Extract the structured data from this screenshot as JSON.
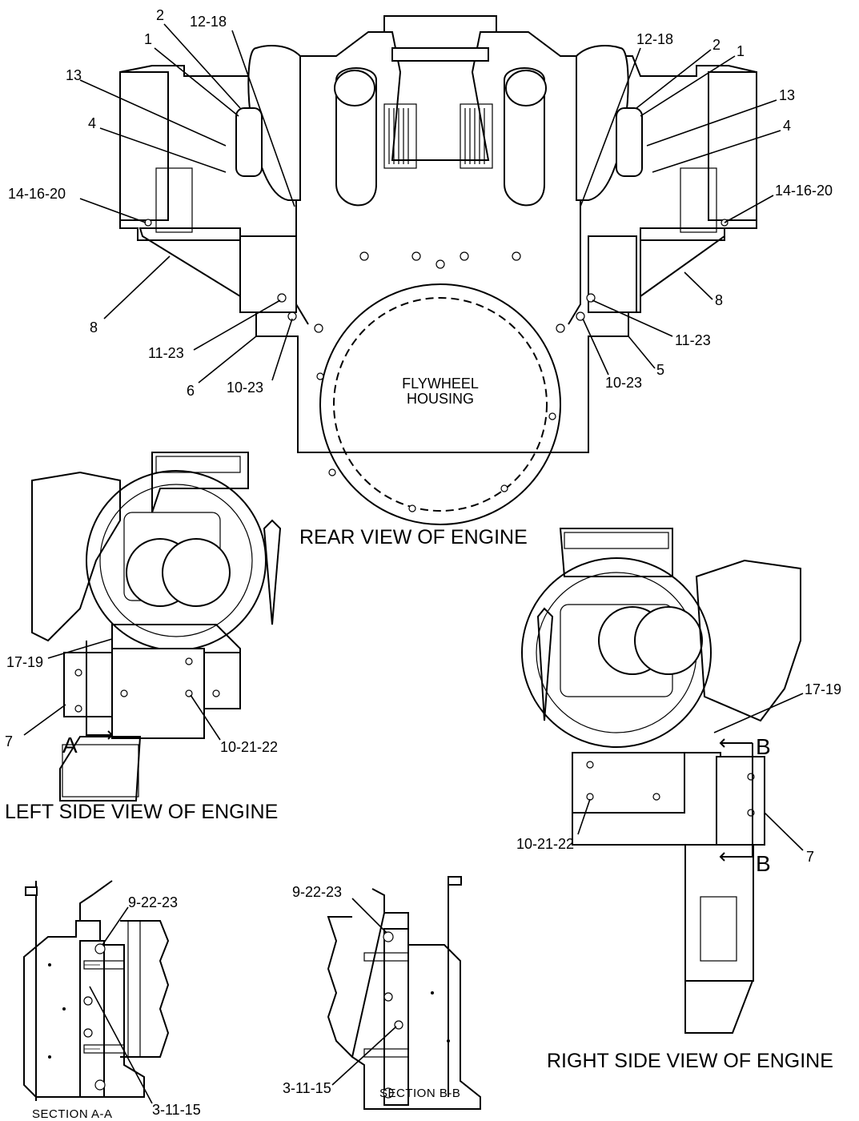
{
  "views": {
    "rear": {
      "title": "REAR VIEW OF ENGINE",
      "housing_line1": "FLYWHEEL",
      "housing_line2": "HOUSING"
    },
    "left": {
      "title": "LEFT SIDE VIEW OF ENGINE"
    },
    "right": {
      "title": "RIGHT SIDE VIEW OF ENGINE"
    },
    "section_a": {
      "title": "SECTION  A-A"
    },
    "section_b": {
      "title": "SECTION B-B"
    }
  },
  "section_markers": {
    "a": "A",
    "b_top": "B",
    "b_bottom": "B"
  },
  "callouts": {
    "rear_l_2": "2",
    "rear_l_1": "1",
    "rear_l_12_18": "12-18",
    "rear_l_13": "13",
    "rear_l_4": "4",
    "rear_l_14_16_20": "14-16-20",
    "rear_l_8": "8",
    "rear_l_11_23": "11-23",
    "rear_l_6": "6",
    "rear_l_10_23": "10-23",
    "rear_r_12_18": "12-18",
    "rear_r_2": "2",
    "rear_r_1": "1",
    "rear_r_13": "13",
    "rear_r_4": "4",
    "rear_r_14_16_20": "14-16-20",
    "rear_r_8": "8",
    "rear_r_11_23": "11-23",
    "rear_r_5": "5",
    "rear_r_10_23": "10-23",
    "left_17_19": "17-19",
    "left_7": "7",
    "left_10_21_22": "10-21-22",
    "right_17_19": "17-19",
    "right_10_21_22": "10-21-22",
    "right_7": "7",
    "sa_9_22_23": "9-22-23",
    "sa_3_11_15": "3-11-15",
    "sb_9_22_23": "9-22-23",
    "sb_3_11_15": "3-11-15"
  }
}
